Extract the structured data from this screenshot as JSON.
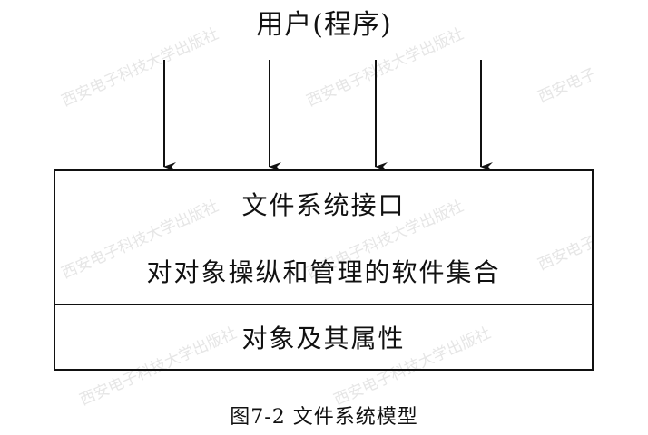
{
  "diagram": {
    "top_label": "用户(程序)",
    "layers": [
      "文件系统接口",
      "对对象操纵和管理的软件集合",
      "对象及其属性"
    ],
    "caption": "图7-2  文件系统模型"
  },
  "watermark": {
    "text_full": "西安电子科技大学出版社",
    "text_partial": "西安电子"
  },
  "colors": {
    "line": "#111111",
    "text": "#111111",
    "watermark": "#e6e6e6",
    "background": "#ffffff"
  }
}
